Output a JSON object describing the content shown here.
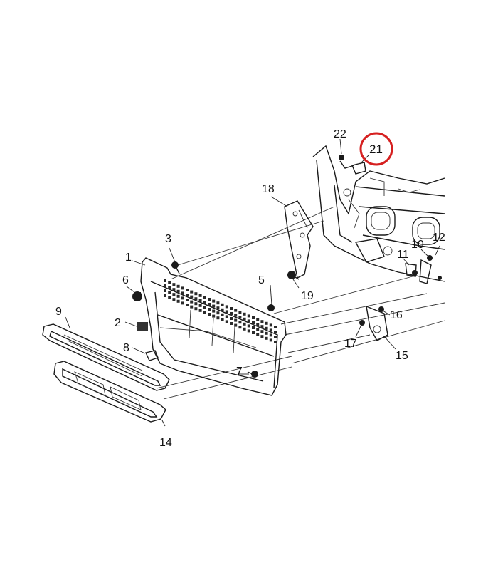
{
  "diagram": {
    "highlight_color": "#d62020",
    "callouts": {
      "c1": "1",
      "c2": "2",
      "c3": "3",
      "c5": "5",
      "c6": "6",
      "c7": "7",
      "c8": "8",
      "c9": "9",
      "c10": "10",
      "c11": "11",
      "c12": "12",
      "c14": "14",
      "c15": "15",
      "c16": "16",
      "c17": "17",
      "c18": "18",
      "c19": "19",
      "c21": "21",
      "c22": "22"
    }
  }
}
